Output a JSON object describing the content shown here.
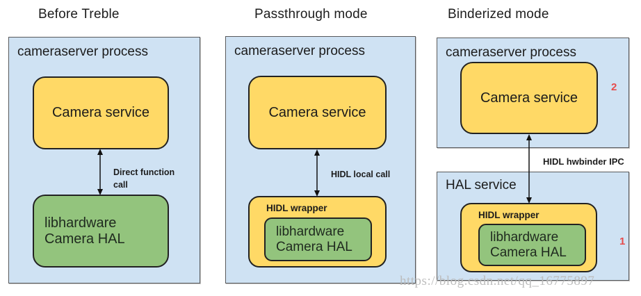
{
  "columns": [
    {
      "title": "Before Treble",
      "process_label": "cameraserver process",
      "camera_service": "Camera service",
      "arrow_label": "Direct function\ncall",
      "hal": "libhardware\nCamera HAL"
    },
    {
      "title": "Passthrough mode",
      "process_label": "cameraserver process",
      "camera_service": "Camera service",
      "arrow_label": "HIDL local call",
      "wrapper_label": "HIDL wrapper",
      "hal": "libhardware\nCamera HAL"
    },
    {
      "title": "Binderized mode",
      "process_label": "cameraserver process",
      "hal_service_label": "HAL service",
      "camera_service": "Camera service",
      "arrow_label": "HIDL hwbinder IPC",
      "wrapper_label": "HIDL wrapper",
      "hal": "libhardware\nCamera HAL",
      "marker_top": "2",
      "marker_bottom": "1"
    }
  ],
  "watermark": "https://blog.csdn.net/qq_16775897",
  "colors": {
    "process_bg": "#cfe2f3",
    "service_bg": "#ffd966",
    "hal_bg": "#93c47d",
    "marker_red": "#e64b4b",
    "box_border": "#58595b",
    "shape_border": "#222222"
  }
}
